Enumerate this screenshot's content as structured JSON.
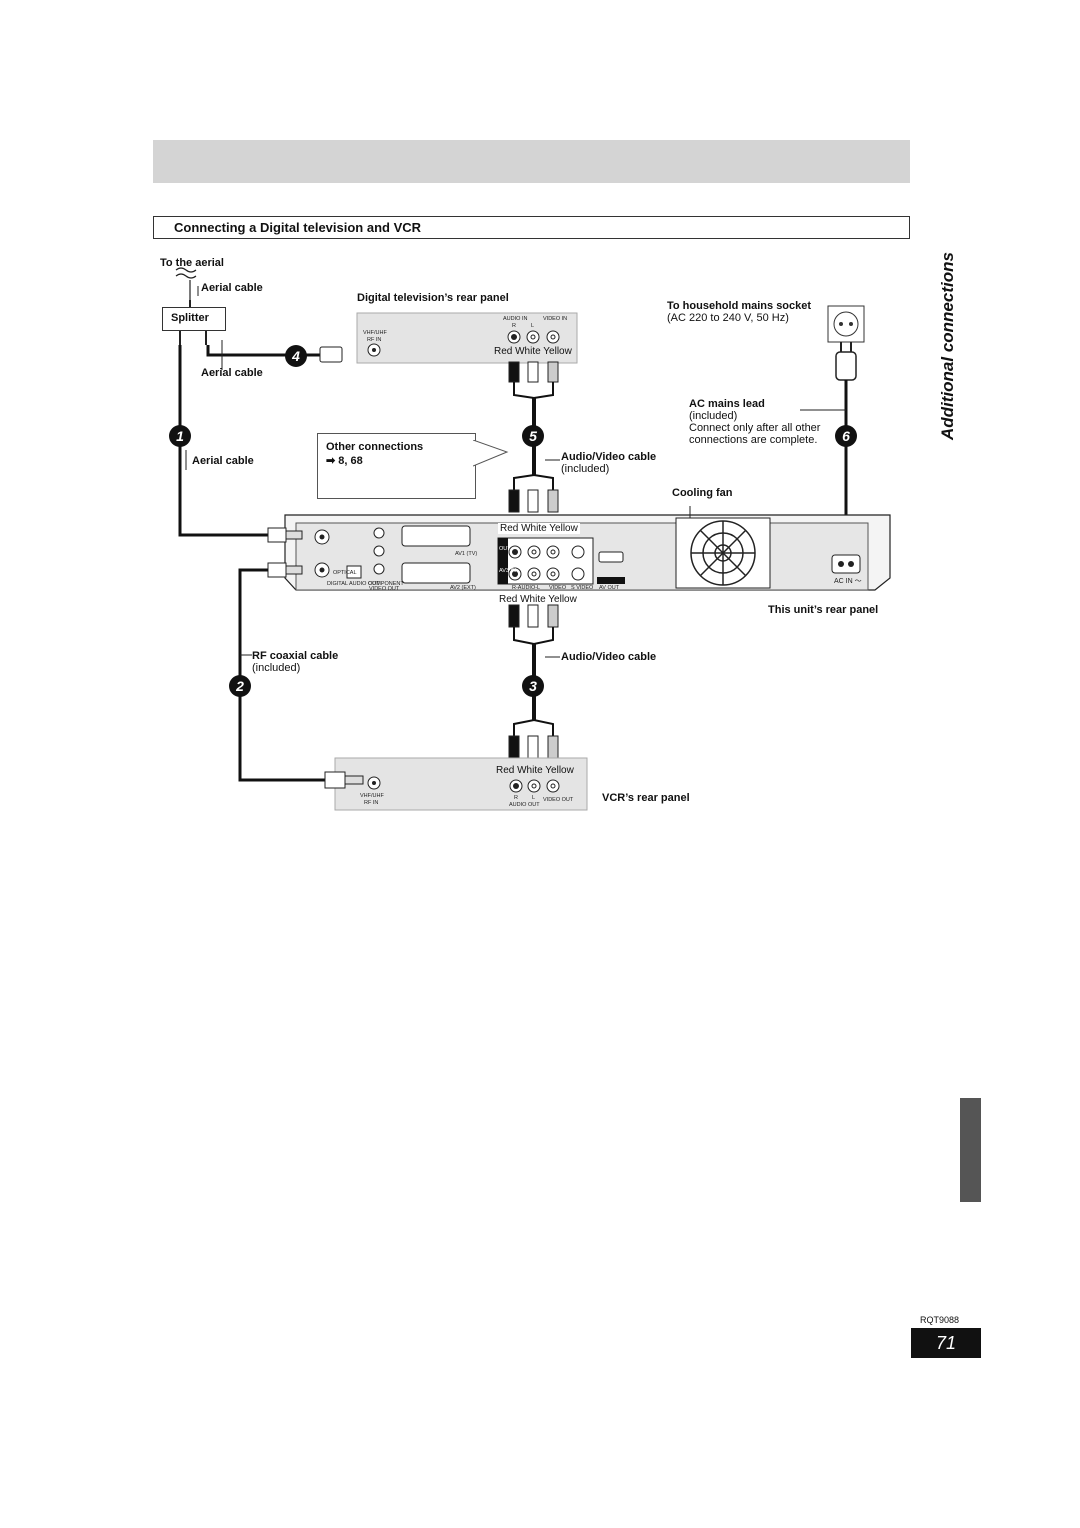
{
  "section": {
    "title": "Connecting a Digital television and VCR"
  },
  "side_title": "Additional connections",
  "labels": {
    "to_aerial": "To the aerial",
    "aerial_cable_1": "Aerial cable",
    "splitter": "Splitter",
    "aerial_cable_2": "Aerial cable",
    "aerial_cable_3": "Aerial cable",
    "digital_tv_rear": "Digital television’s rear panel",
    "mains_socket": "To household mains socket",
    "mains_spec": "(AC 220 to 240 V, 50 Hz)",
    "ac_lead": "AC mains lead",
    "ac_lead_included": "(included)",
    "ac_lead_note_1": "Connect only after all other",
    "ac_lead_note_2": "connections are complete.",
    "other_connections": "Other connections",
    "other_refs": "➡ 8, 68",
    "av_cable_top": "Audio/Video cable",
    "av_cable_top_included": "(included)",
    "cooling_fan": "Cooling fan",
    "unit_rear": "This unit’s rear panel",
    "rf_cable": "RF coaxial cable",
    "rf_cable_included": "(included)",
    "av_cable_bottom": "Audio/Video cable",
    "vcr_rear": "VCR’s rear panel",
    "tv_rgb": "Red White Yellow",
    "unit_rgb_top": "Red White Yellow",
    "unit_rgb_bottom": "Red White Yellow",
    "vcr_rgb": "Red White Yellow"
  },
  "panel_text": {
    "tv_audio_in": "AUDIO IN",
    "tv_video_in": "VIDEO IN",
    "tv_r": "R",
    "tv_l": "L",
    "tv_vhf": "VHF/UHF",
    "tv_rf_in": "RF IN",
    "vcr_vhf": "VHF/UHF",
    "vcr_rf_in": "RF IN",
    "vcr_r": "R",
    "vcr_l": "L",
    "vcr_video_out": "VIDEO OUT",
    "vcr_audio_out": "AUDIO OUT",
    "unit_ac_in": "AC IN ～",
    "unit_av_out": "AV OUT",
    "unit_digital_audio_out": "DIGITAL AUDIO OUT",
    "unit_component": "COMPONENT",
    "unit_video_out": "VIDEO OUT",
    "unit_optical": "OPTICAL",
    "unit_av1": "AV1 (TV)",
    "unit_av2": "AV2 (EXT)",
    "unit_r_audio_l": "R-AUDIO-L",
    "unit_video": "VIDEO",
    "unit_svideo": "S VIDEO",
    "unit_out": "OUT",
    "unit_av3_in": "AV3 IN"
  },
  "steps": [
    "1",
    "2",
    "3",
    "4",
    "5",
    "6"
  ],
  "footer": {
    "model": "RQT9088",
    "page": "71"
  }
}
